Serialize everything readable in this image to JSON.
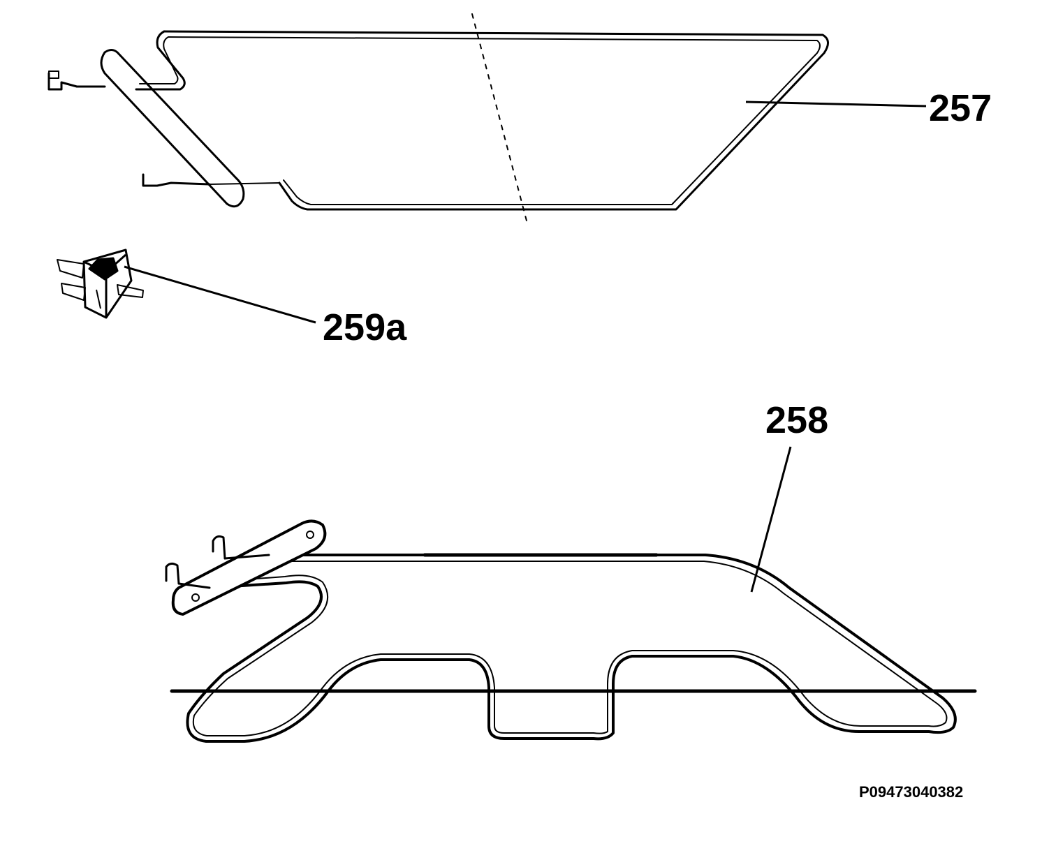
{
  "parts": [
    {
      "id": "part-257",
      "label": "257",
      "name": "heating-element-top"
    },
    {
      "id": "part-259a",
      "label": "259a",
      "name": "terminal-connector"
    },
    {
      "id": "part-258",
      "label": "258",
      "name": "heating-element-bottom"
    }
  ],
  "drawing_code": "P09473040382",
  "colors": {
    "line": "#000000",
    "background": "#ffffff"
  }
}
